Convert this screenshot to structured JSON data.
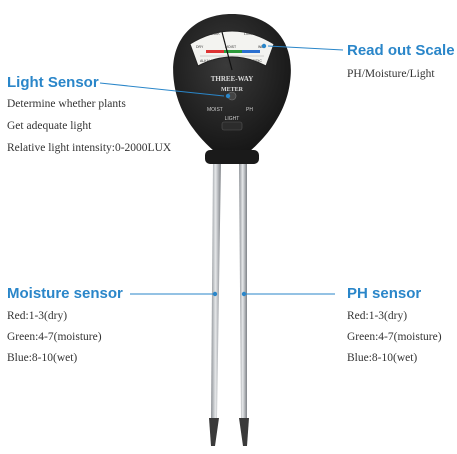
{
  "meter": {
    "face_top": "THREE-WAY",
    "face_bottom": "METER",
    "scale_labels": {
      "left": "DRY",
      "mid": "MOIST",
      "right": "WET",
      "ph_left": "ALKALINE",
      "ph_right": "ACIDIC",
      "top": "DARK",
      "top_right": "LIGHT"
    },
    "switch_left": "MOIST",
    "switch_right": "PH",
    "switch_bottom": "LIGHT"
  },
  "callouts": {
    "light": {
      "title": "Light Sensor",
      "lines": [
        "Determine whether plants",
        "Get adequate light",
        "Relative light intensity:0-2000LUX"
      ]
    },
    "readout": {
      "title": "Read out Scale",
      "lines": [
        "PH/Moisture/Light"
      ]
    },
    "moisture": {
      "title": "Moisture sensor",
      "lines": [
        "Red:1-3(dry)",
        "Green:4-7(moisture)",
        "Blue:8-10(wet)"
      ]
    },
    "ph": {
      "title": "PH sensor",
      "lines": [
        "Red:1-3(dry)",
        "Green:4-7(moisture)",
        "Blue:8-10(wet)"
      ]
    }
  },
  "colors": {
    "accent": "#2a86c9",
    "body": "#1c1c1c",
    "probe": "#b9bcc0"
  }
}
